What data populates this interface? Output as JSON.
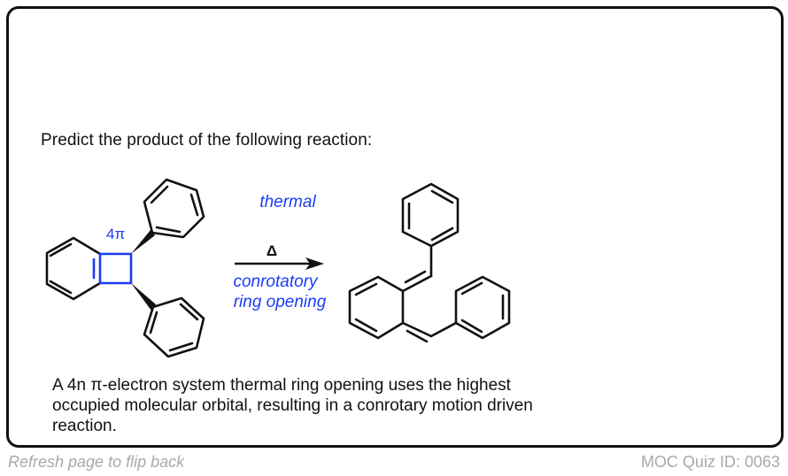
{
  "quiz": {
    "prompt": "Predict the product of the following reaction:",
    "reactant_label": "4π",
    "conditions": {
      "above_arrow": "thermal",
      "arrow_symbol": "Δ",
      "below_arrow_line1": "conrotatory",
      "below_arrow_line2": "ring opening"
    },
    "explanation": "A 4n π-electron system thermal ring opening uses the highest occupied molecular orbital, resulting in a conrotary motion driven reaction."
  },
  "footer": {
    "flip_hint": "Refresh page to flip back",
    "quiz_id": "MOC Quiz ID: 0063"
  },
  "colors": {
    "highlight": "#1a3cf5",
    "ink": "#111111",
    "muted": "#a9a9a9"
  }
}
